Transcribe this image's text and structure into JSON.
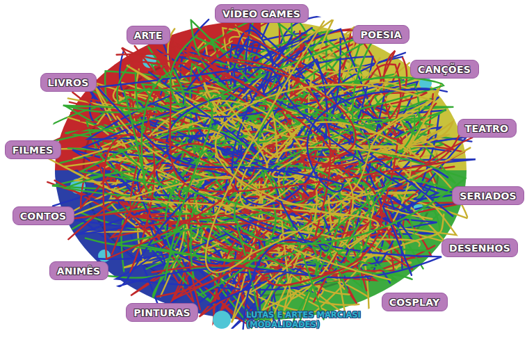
{
  "diagram": {
    "nodes": [
      {
        "text": [
          "VÍDEO GAMES"
        ]
      },
      {
        "text": [
          "ARTE"
        ]
      },
      {
        "text": [
          "POESIA"
        ]
      },
      {
        "text": [
          "CANÇÕES"
        ]
      },
      {
        "text": [
          "LIVROS"
        ]
      },
      {
        "text": [
          "TEATRO"
        ]
      },
      {
        "text": [
          "FILMES"
        ]
      },
      {
        "text": [
          "SERIADOS"
        ]
      },
      {
        "text": [
          "CONTOS"
        ]
      },
      {
        "text": [
          "DESENHOS"
        ]
      },
      {
        "text": [
          "ANIMÊS"
        ]
      },
      {
        "text": [
          "COSPLAY"
        ]
      },
      {
        "text": [
          "PINTURAS"
        ]
      }
    ],
    "legend": [
      {
        "text": "LUTAS E ARTES MARCIASI (MODALIDADES)",
        "color": "#4fc6d6"
      }
    ]
  }
}
